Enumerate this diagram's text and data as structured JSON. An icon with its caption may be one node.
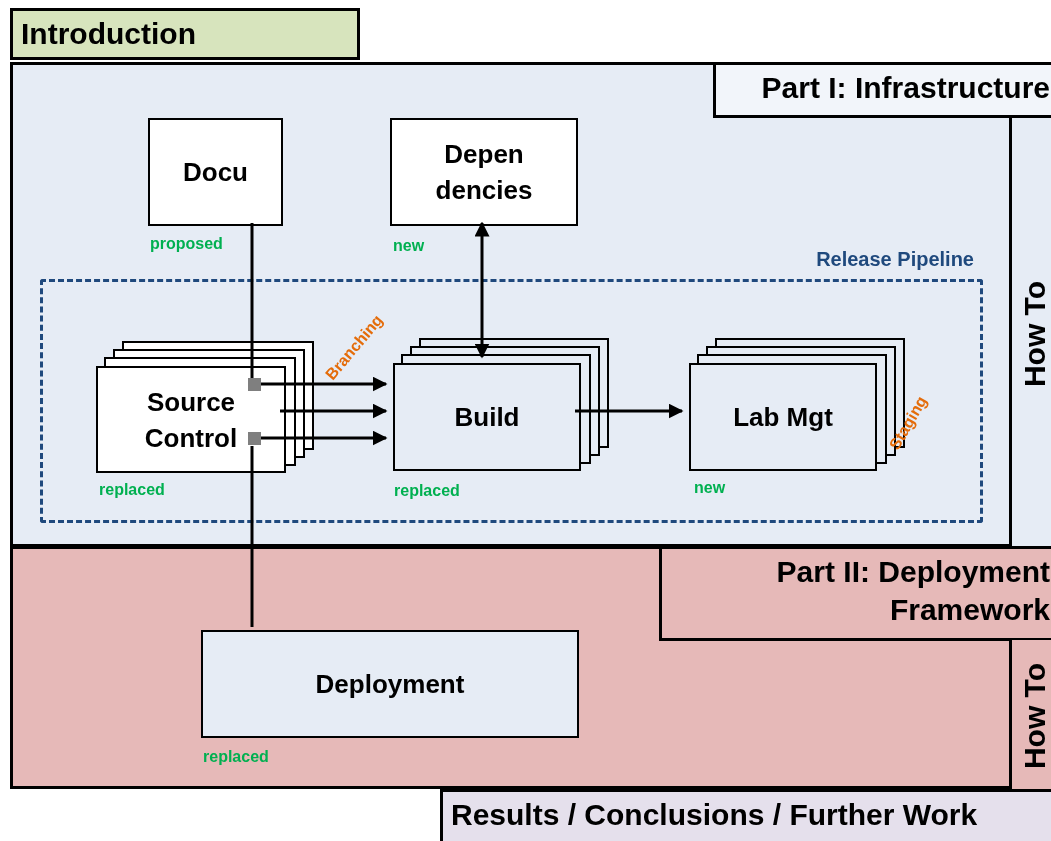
{
  "diagram": {
    "nodes": [
      {
        "text": [
          "Introduction"
        ]
      },
      {
        "text": [
          "Part I: Infrastructure"
        ]
      },
      {
        "text": [
          "How To"
        ],
        "in": 1
      },
      {
        "text": [
          "Docu"
        ],
        "in": 1,
        "beside": [
          "proposed"
        ]
      },
      {
        "text": [
          "Depen dencies"
        ],
        "in": 1,
        "beside": [
          "new"
        ]
      },
      {
        "text": [
          "Release Pipeline"
        ],
        "in": 1
      },
      {
        "text": [
          "Source Control"
        ],
        "in": 5,
        "beside": [
          "replaced"
        ]
      },
      {
        "text": [
          "Build"
        ],
        "in": 5,
        "beside": [
          "replaced"
        ]
      },
      {
        "text": [
          "Lab Mgt"
        ],
        "in": 5,
        "beside": [
          "new",
          "Staging"
        ]
      },
      {
        "text": [
          "Part II: Deployment Framework"
        ]
      },
      {
        "text": [
          "How To"
        ],
        "in": 9
      },
      {
        "text": [
          "Deployment"
        ],
        "in": 9,
        "beside": [
          "replaced"
        ]
      },
      {
        "text": [
          "Results / Conclusions / Further Work"
        ]
      }
    ],
    "edges": [
      {
        "from": 3,
        "to": 6,
        "arrow": "none"
      },
      {
        "from": 6,
        "to": 7,
        "arrow": "to",
        "label": "Branching"
      },
      {
        "from": 6,
        "to": 7,
        "arrow": "to"
      },
      {
        "from": 6,
        "to": 7,
        "arrow": "to"
      },
      {
        "from": 11,
        "to": 6,
        "arrow": "none"
      },
      {
        "from": 4,
        "to": 7,
        "arrow": "both"
      },
      {
        "from": 7,
        "to": 8,
        "arrow": "to"
      }
    ]
  }
}
